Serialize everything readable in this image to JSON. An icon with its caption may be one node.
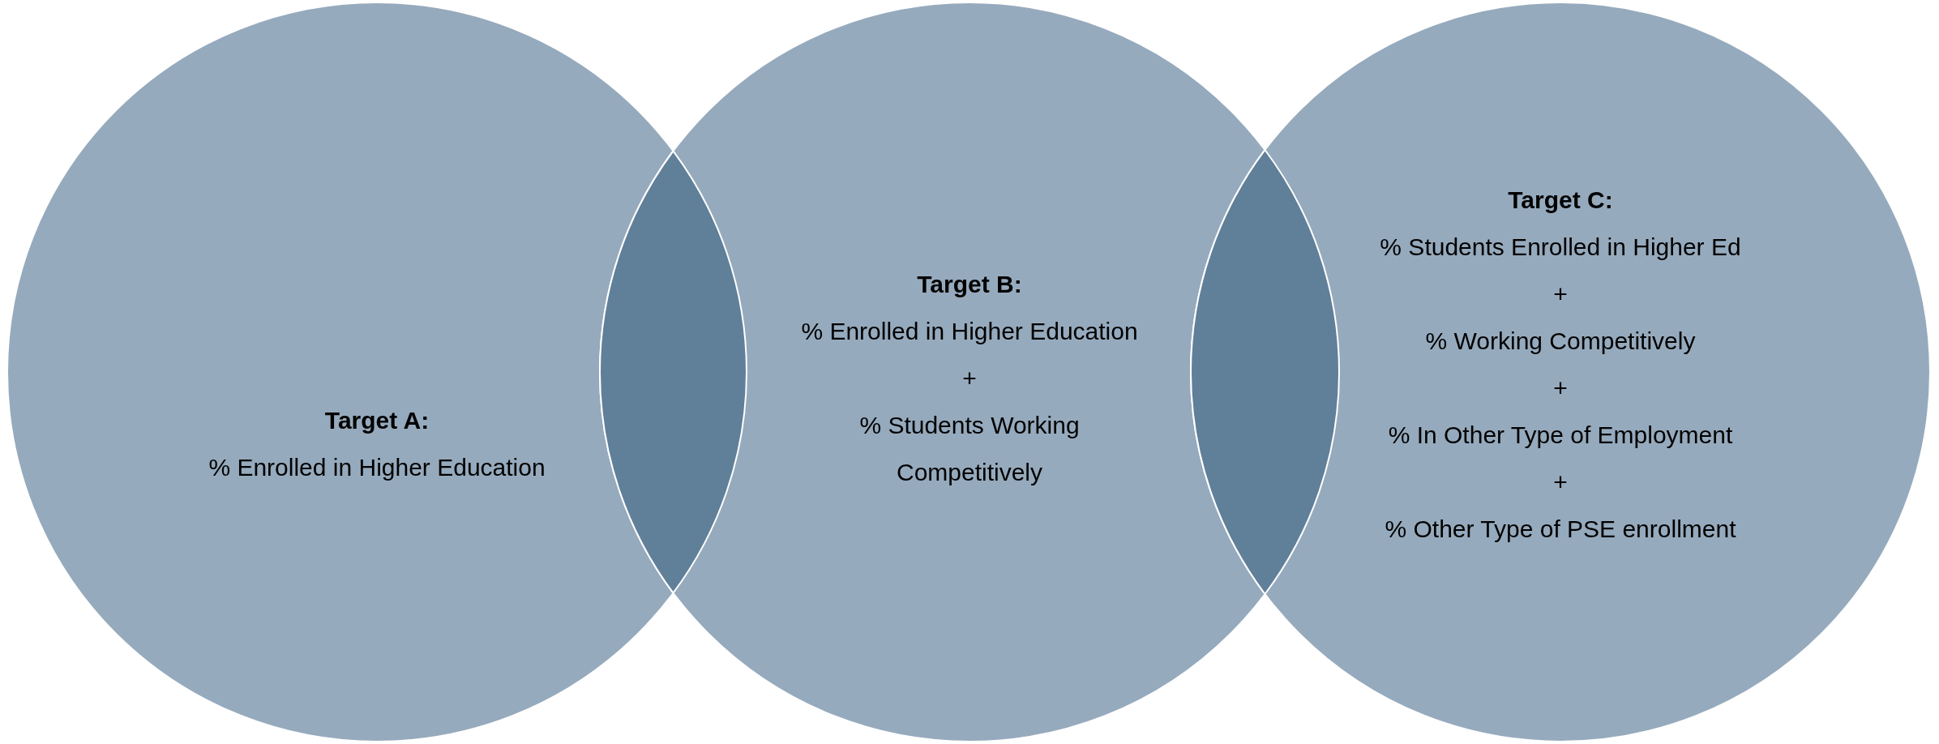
{
  "diagram": {
    "nodes": [
      {
        "text": [
          "Target A:",
          "% Enrolled in Higher Education"
        ]
      },
      {
        "text": [
          "Target B:",
          "% Enrolled in Higher Education",
          "+",
          "% Students Working Competitively"
        ]
      },
      {
        "text": [
          "Target C:",
          "% Students Enrolled in Higher Ed",
          "+",
          "% Working Competitively",
          "+",
          "% In Other Type of Employment",
          "+",
          "% Other Type of PSE enrollment"
        ]
      }
    ]
  }
}
